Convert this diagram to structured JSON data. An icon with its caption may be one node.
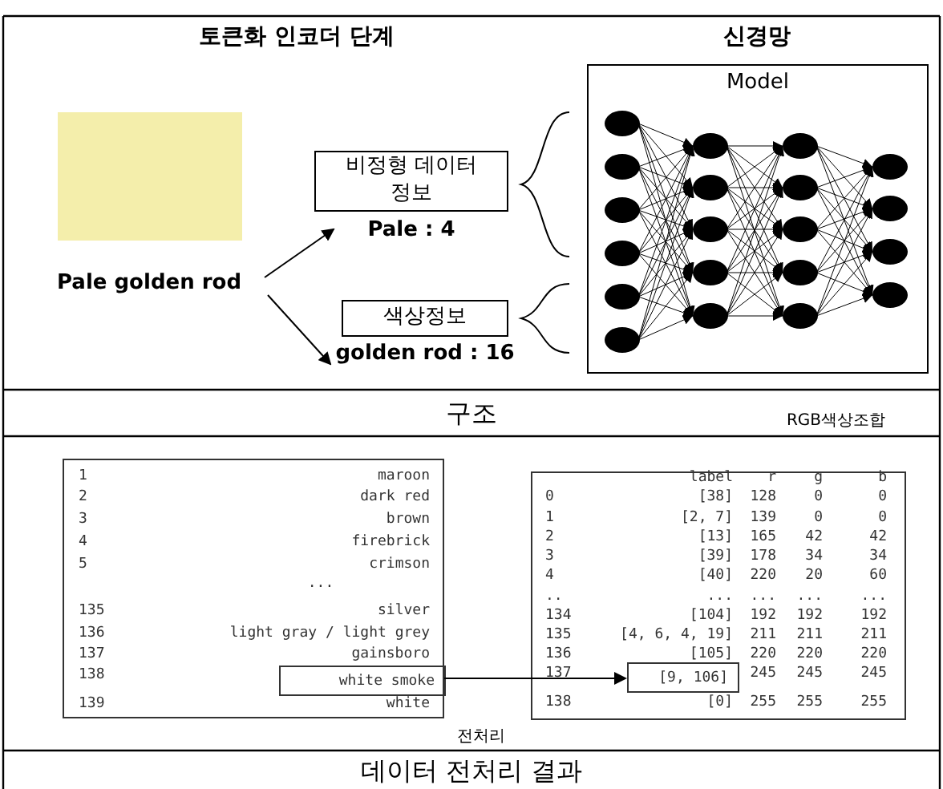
{
  "diagram": {
    "nodes": [
      {
        "text": [
          "Pale golden rod"
        ]
      },
      {
        "text": [],
        "shape": "box"
      },
      {
        "text": [
          "비정형 데이터 정보"
        ],
        "beside": [
          "Pale : 4"
        ]
      },
      {
        "text": [
          "색상정보"
        ],
        "beside": [
          "golden rod : 16"
        ]
      },
      {
        "text": [
          "Model"
        ]
      },
      {
        "text": [],
        "shape": "box"
      },
      {
        "text": [
          "white smoke"
        ],
        "in": 5
      },
      {
        "text": [],
        "shape": "box"
      },
      {
        "text": [
          "[9, 106]"
        ],
        "in": 7
      }
    ],
    "edges": [
      {
        "from": 0,
        "to": 2,
        "arrow": "to"
      },
      {
        "from": 0,
        "to": 3,
        "arrow": "to"
      },
      {
        "from": 6,
        "to": 8,
        "arrow": "to"
      }
    ],
    "labels": [
      "토큰화 인코더 단계",
      "신경망",
      "구조",
      "RGB색상조합",
      "1",
      "maroon",
      "2",
      "dark red",
      "3",
      "brown",
      "4",
      "firebrick",
      "5",
      "crimson",
      "...",
      "135",
      "silver",
      "136",
      "light gray / light grey",
      "137",
      "gainsboro",
      "138",
      "139",
      "white",
      "label",
      "r",
      "g",
      "b",
      "0",
      "[38]",
      "128",
      "0",
      "0",
      "1",
      "[2, 7]",
      "139",
      "0",
      "0",
      "2",
      "[13]",
      "165",
      "42",
      "42",
      "3",
      "[39]",
      "178",
      "34",
      "34",
      "4",
      "[40]",
      "220",
      "20",
      "60",
      "..",
      "...",
      "...",
      "...",
      "...",
      "134",
      "[104]",
      "192",
      "192",
      "192",
      "135",
      "[4, 6, 4, 19]",
      "211",
      "211",
      "211",
      "136",
      "[105]",
      "220",
      "220",
      "220",
      "137",
      "245",
      "245",
      "245",
      "138",
      "[0]",
      "255",
      "255",
      "255",
      "전처리",
      "데이터 전처리 결과"
    ]
  }
}
